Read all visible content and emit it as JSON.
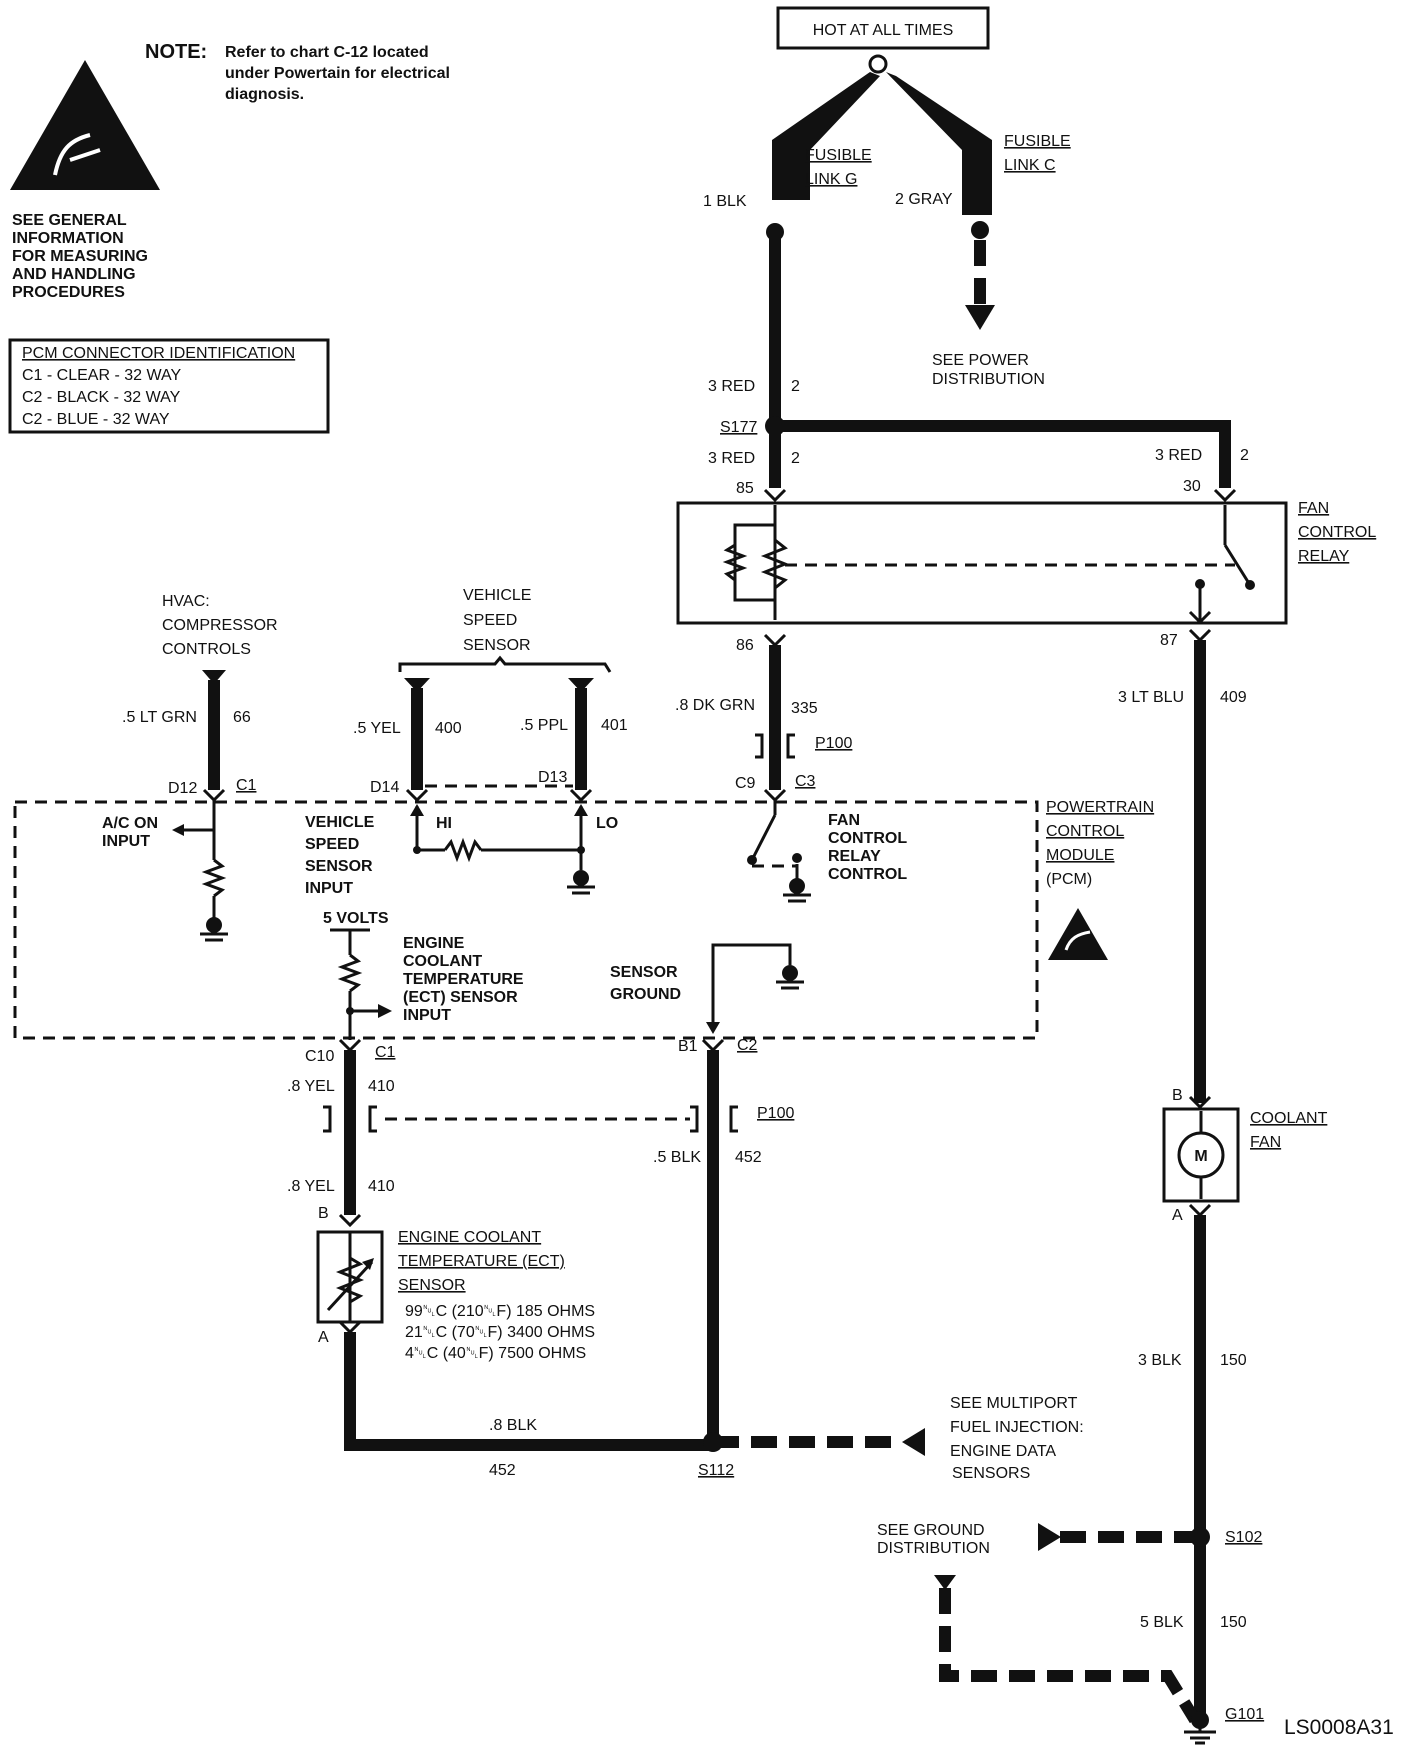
{
  "note": {
    "heading": "NOTE:",
    "lines": [
      "Refer to chart C-12 located",
      "under Powertain for electrical",
      "diagnosis."
    ]
  },
  "esd": {
    "lines": [
      "SEE GENERAL",
      "INFORMATION",
      "FOR MEASURING",
      "AND HANDLING",
      "PROCEDURES"
    ]
  },
  "pcm_table": {
    "title": "PCM CONNECTOR IDENTIFICATION",
    "rows": [
      "C1 - CLEAR - 32 WAY",
      "C2 - BLACK - 32 WAY",
      "C2 - BLUE - 32 WAY"
    ]
  },
  "power": {
    "hot_label": "HOT AT ALL TIMES",
    "fusible_g": [
      "FUSIBLE",
      "LINK G"
    ],
    "fusible_c": [
      "FUSIBLE",
      "LINK C"
    ],
    "wire_g_color": "1 BLK",
    "wire_c_color": "2 GRAY",
    "see_power": [
      "SEE POWER",
      "DISTRIBUTION"
    ]
  },
  "relay": {
    "name": [
      "FAN",
      "CONTROL",
      "RELAY"
    ],
    "s177": "S177",
    "wire_a_color": "3 RED",
    "wire_a_circuit": "2",
    "wire_b_color": "3 RED",
    "wire_b_circuit": "2",
    "wire_c_color": "3 RED",
    "wire_c_circuit": "2",
    "pin_85": "85",
    "pin_30": "30",
    "pin_86": "86",
    "pin_87": "87"
  },
  "relay_out": {
    "ctrl_color": ".8 DK GRN",
    "ctrl_circuit": "335",
    "fan_color": "3 LT BLU",
    "fan_circuit": "409",
    "p100_top": "P100",
    "pin_c9": "C9",
    "conn_c3": "C3"
  },
  "hvac": {
    "lines": [
      "HVAC:",
      "COMPRESSOR",
      "CONTROLS"
    ],
    "color": ".5 LT GRN",
    "circuit": "66",
    "pin": "D12",
    "conn": "C1"
  },
  "vss": {
    "lines": [
      "VEHICLE",
      "SPEED",
      "SENSOR"
    ],
    "yel_color": ".5 YEL",
    "yel_circuit": "400",
    "ppl_color": ".5 PPL",
    "ppl_circuit": "401",
    "pin_d14": "D14",
    "pin_d13": "D13"
  },
  "pcm": {
    "name": [
      "POWERTRAIN",
      "CONTROL",
      "MODULE",
      "(PCM)"
    ],
    "ac_input": [
      "A/C ON",
      "INPUT"
    ],
    "vss_input": [
      "VEHICLE",
      "SPEED",
      "SENSOR",
      "INPUT"
    ],
    "hi": "HI",
    "lo": "LO",
    "fan_ctrl": [
      "FAN",
      "CONTROL",
      "RELAY",
      "CONTROL"
    ],
    "five_volts": "5 VOLTS",
    "ect_input": [
      "ENGINE",
      "COOLANT",
      "TEMPERATURE",
      "(ECT) SENSOR",
      "INPUT"
    ],
    "sensor_ground": [
      "SENSOR",
      "GROUND"
    ]
  },
  "ect": {
    "pin_c10": "C10",
    "conn_c1": "C1",
    "pin_b1": "B1",
    "conn_c2": "C2",
    "yel_color": ".8 YEL",
    "yel_circuit": "410",
    "yel_color2": ".8 YEL",
    "yel_circuit2": "410",
    "blk_color": ".5 BLK",
    "blk_circuit": "452",
    "p100": "P100",
    "pin_b": "B",
    "pin_a": "A",
    "name": [
      "ENGINE COOLANT",
      "TEMPERATURE (ECT)",
      "SENSOR"
    ],
    "specs": [
      "99␀C (210␀F) 185 OHMS",
      "21␀C (70␀F) 3400 OHMS",
      "4␀C (40␀F) 7500 OHMS"
    ],
    "gnd_color": ".8 BLK",
    "gnd_circuit": "452",
    "s112": "S112",
    "see_mfi": [
      "SEE MULTIPORT",
      "FUEL INJECTION:",
      "ENGINE DATA",
      "SENSORS"
    ]
  },
  "fan": {
    "name": [
      "COOLANT",
      "FAN"
    ],
    "pin_b": "B",
    "pin_a": "A",
    "motor": "M",
    "blk_color": "3 BLK",
    "blk_circuit": "150",
    "s102": "S102",
    "see_ground": [
      "SEE GROUND",
      "DISTRIBUTION"
    ],
    "blk5_color": "5 BLK",
    "blk5_circuit": "150",
    "g101": "G101"
  },
  "figure_code": "LS0008A31"
}
